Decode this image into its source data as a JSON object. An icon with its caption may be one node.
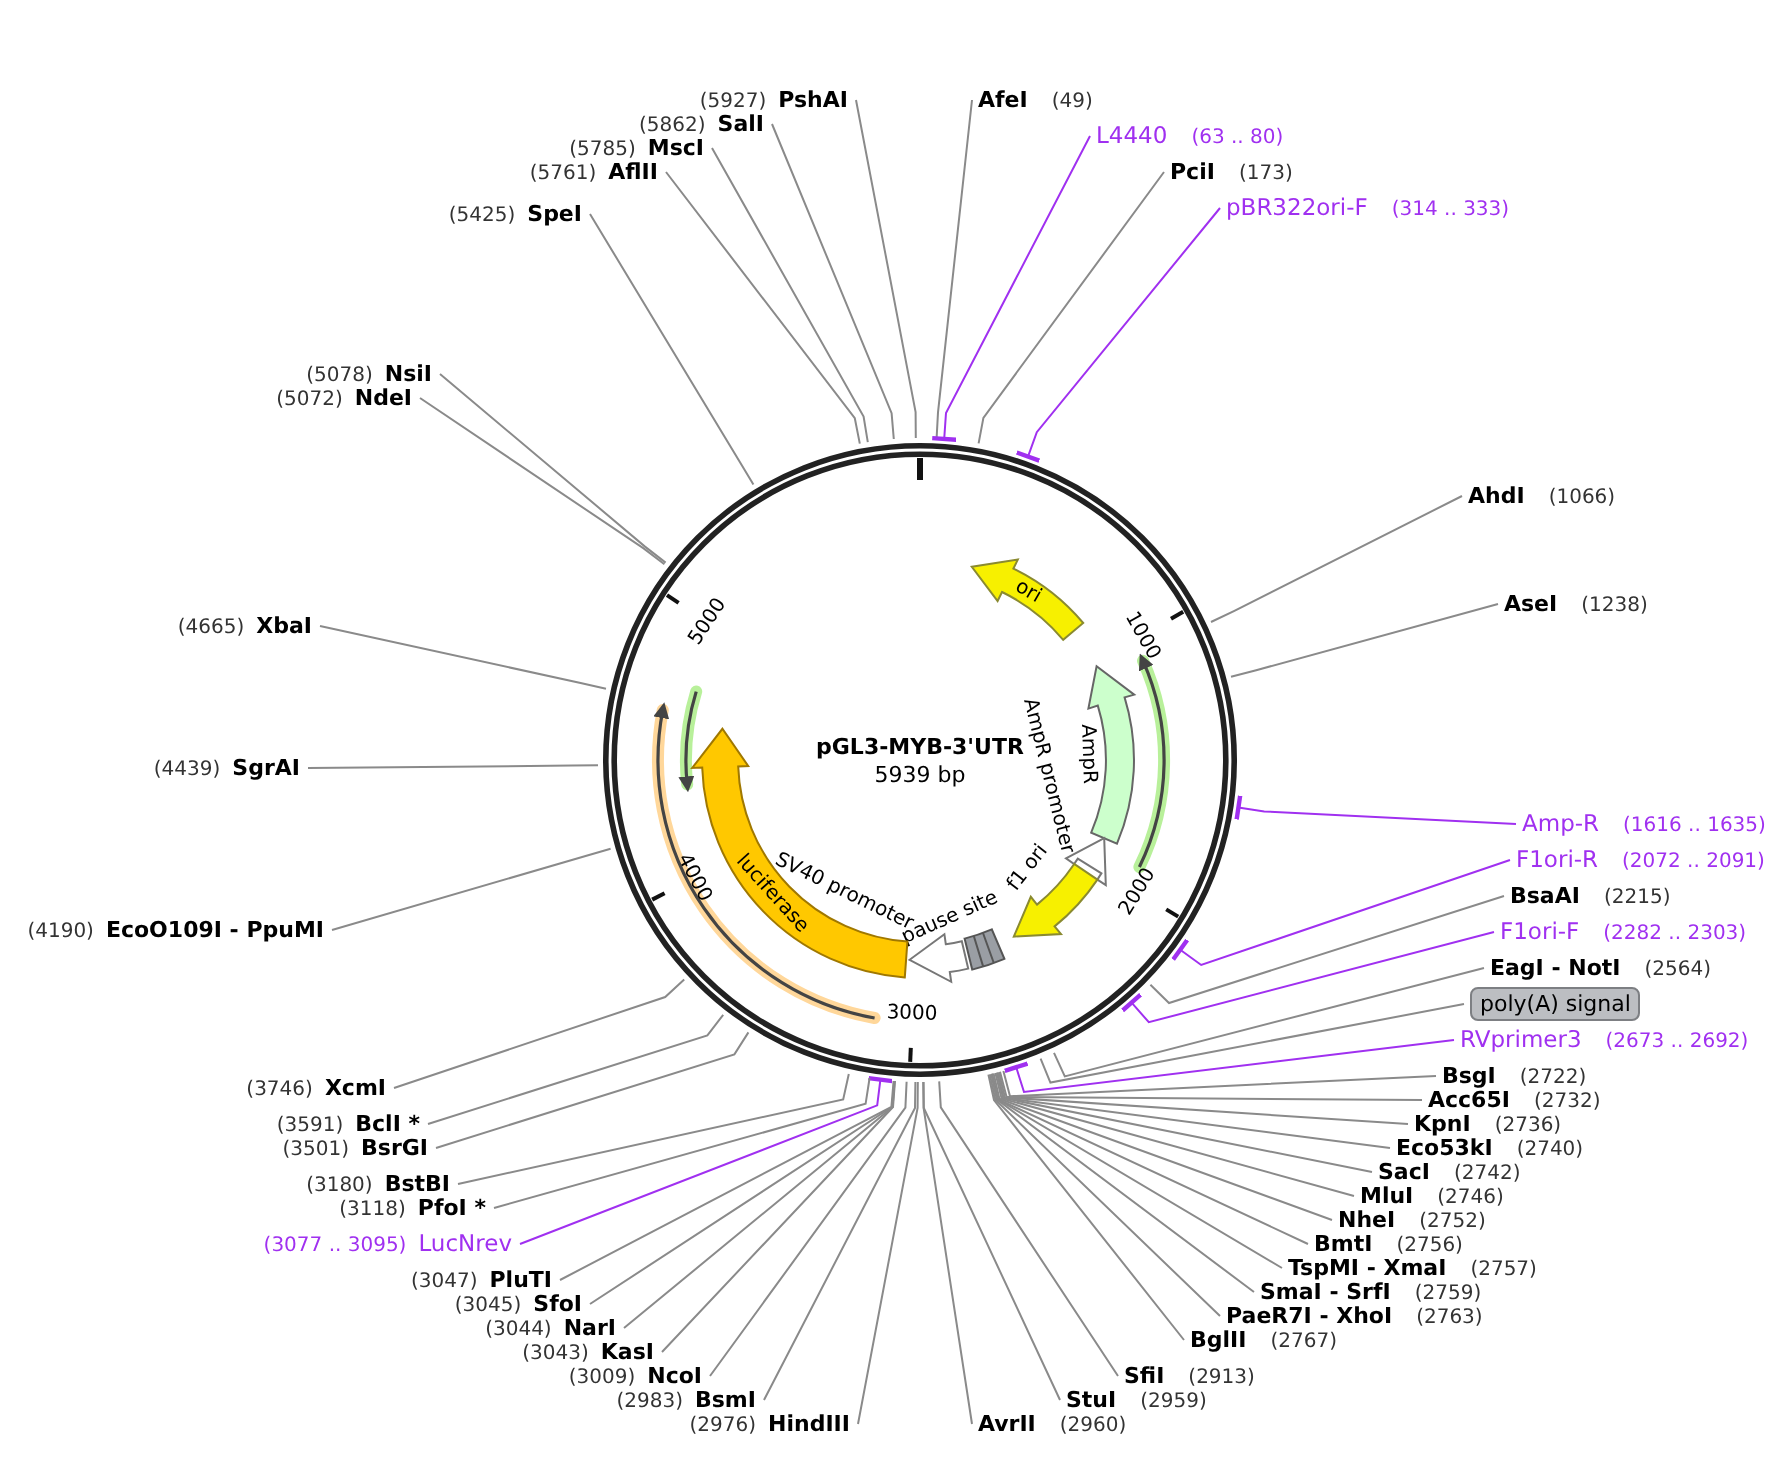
{
  "diagram": {
    "title": "pGL3-MYB-3'UTR",
    "nodes": [
      {
        "text": [
          "AfeI",
          "(49)"
        ]
      },
      {
        "text": [
          "L4440",
          "(63 .. 80)"
        ]
      },
      {
        "text": [
          "PciI",
          "(173)"
        ]
      },
      {
        "text": [
          "pBR322ori-F",
          "(314 .. 333)"
        ]
      },
      {
        "text": [
          "AhdI",
          "(1066)"
        ]
      },
      {
        "text": [
          "AseI",
          "(1238)"
        ]
      },
      {
        "text": [
          "Amp-R",
          "(1616 .. 1635)"
        ]
      },
      {
        "text": [
          "F1ori-R",
          "(2072 .. 2091)"
        ]
      },
      {
        "text": [
          "BsaAI",
          "(2215)"
        ]
      },
      {
        "text": [
          "F1ori-F",
          "(2282 .. 2303)"
        ]
      },
      {
        "text": [
          "EagI - NotI",
          "(2564)"
        ]
      },
      {
        "text": [
          "poly(A) signal"
        ]
      },
      {
        "text": [
          "RVprimer3",
          "(2673 .. 2692)"
        ]
      },
      {
        "text": [
          "BsgI",
          "(2722)"
        ]
      },
      {
        "text": [
          "Acc65I",
          "(2732)"
        ]
      },
      {
        "text": [
          "KpnI",
          "(2736)"
        ]
      },
      {
        "text": [
          "Eco53kI",
          "(2740)"
        ]
      },
      {
        "text": [
          "SacI",
          "(2742)"
        ]
      },
      {
        "text": [
          "MluI",
          "(2746)"
        ]
      },
      {
        "text": [
          "NheI",
          "(2752)"
        ]
      },
      {
        "text": [
          "BmtI",
          "(2756)"
        ]
      },
      {
        "text": [
          "TspMI - XmaI",
          "(2757)"
        ]
      },
      {
        "text": [
          "SmaI - SrfI",
          "(2759)"
        ]
      },
      {
        "text": [
          "PaeR7I - XhoI",
          "(2763)"
        ]
      },
      {
        "text": [
          "BglII",
          "(2767)"
        ]
      },
      {
        "text": [
          "SfiI",
          "(2913)"
        ]
      },
      {
        "text": [
          "StuI",
          "(2959)"
        ]
      },
      {
        "text": [
          "AvrII",
          "(2960)"
        ]
      },
      {
        "text": [
          "(2976)",
          "HindIII"
        ]
      },
      {
        "text": [
          "(2983)",
          "BsmI"
        ]
      },
      {
        "text": [
          "(3009)",
          "NcoI"
        ]
      },
      {
        "text": [
          "(3043)",
          "KasI"
        ]
      },
      {
        "text": [
          "(3044)",
          "NarI"
        ]
      },
      {
        "text": [
          "(3045)",
          "SfoI"
        ]
      },
      {
        "text": [
          "(3047)",
          "PluTI"
        ]
      },
      {
        "text": [
          "(3077 .. 3095)",
          "LucNrev"
        ]
      },
      {
        "text": [
          "(3118)",
          "PfoI *"
        ]
      },
      {
        "text": [
          "(3180)",
          "BstBI"
        ]
      },
      {
        "text": [
          "(3501)",
          "BsrGI"
        ]
      },
      {
        "text": [
          "(3591)",
          "BclI *"
        ]
      },
      {
        "text": [
          "(3746)",
          "XcmI"
        ]
      },
      {
        "text": [
          "(4190)",
          "EcoO109I - PpuMI"
        ]
      },
      {
        "text": [
          "(4439)",
          "SgrAI"
        ]
      },
      {
        "text": [
          "(4665)",
          "XbaI"
        ]
      },
      {
        "text": [
          "(5072)",
          "NdeI"
        ]
      },
      {
        "text": [
          "(5078)",
          "NsiI"
        ]
      },
      {
        "text": [
          "(5425)",
          "SpeI"
        ]
      },
      {
        "text": [
          "(5761)",
          "AflII"
        ]
      },
      {
        "text": [
          "(5785)",
          "MscI"
        ]
      },
      {
        "text": [
          "(5862)",
          "SalI"
        ]
      },
      {
        "text": [
          "(5927)",
          "PshAI"
        ]
      },
      {
        "text": [
          "ori"
        ]
      },
      {
        "text": [
          "AmpR"
        ]
      },
      {
        "text": [
          "AmpR promoter"
        ]
      },
      {
        "text": [
          "f1 ori"
        ]
      },
      {
        "text": [
          "pause site"
        ]
      },
      {
        "text": [
          "SV40 promoter"
        ]
      },
      {
        "text": [
          "luciferase"
        ]
      }
    ],
    "edges": [
      {
        "from": 0,
        "to": null,
        "arrow": "none"
      },
      {
        "from": 1,
        "to": null,
        "arrow": "other",
        "color": "#a030f0"
      },
      {
        "from": 2,
        "to": null,
        "arrow": "none"
      },
      {
        "from": 3,
        "to": null,
        "arrow": "other",
        "color": "#a030f0"
      },
      {
        "from": 4,
        "to": null,
        "arrow": "none"
      },
      {
        "from": 5,
        "to": null,
        "arrow": "none"
      },
      {
        "from": 6,
        "to": null,
        "arrow": "other",
        "color": "#a030f0"
      },
      {
        "from": 7,
        "to": null,
        "arrow": "other",
        "color": "#a030f0"
      },
      {
        "from": 8,
        "to": null,
        "arrow": "none"
      },
      {
        "from": 9,
        "to": null,
        "arrow": "other",
        "color": "#a030f0"
      },
      {
        "from": 10,
        "to": null,
        "arrow": "none"
      },
      {
        "from": 11,
        "to": null,
        "arrow": "none"
      },
      {
        "from": 12,
        "to": null,
        "arrow": "other",
        "color": "#a030f0"
      },
      {
        "from": 13,
        "to": null,
        "arrow": "none"
      },
      {
        "from": 14,
        "to": null,
        "arrow": "none"
      },
      {
        "from": 15,
        "to": null,
        "arrow": "none"
      },
      {
        "from": 16,
        "to": null,
        "arrow": "none"
      },
      {
        "from": 17,
        "to": null,
        "arrow": "none"
      },
      {
        "from": 18,
        "to": null,
        "arrow": "none"
      },
      {
        "from": 19,
        "to": null,
        "arrow": "none"
      },
      {
        "from": 20,
        "to": null,
        "arrow": "none"
      },
      {
        "from": 21,
        "to": null,
        "arrow": "none"
      },
      {
        "from": 22,
        "to": null,
        "arrow": "none"
      },
      {
        "from": 23,
        "to": null,
        "arrow": "none"
      },
      {
        "from": 24,
        "to": null,
        "arrow": "none"
      },
      {
        "from": 25,
        "to": null,
        "arrow": "none"
      },
      {
        "from": 26,
        "to": null,
        "arrow": "none"
      },
      {
        "from": 27,
        "to": null,
        "arrow": "none"
      },
      {
        "from": 28,
        "to": null,
        "arrow": "none"
      },
      {
        "from": 29,
        "to": null,
        "arrow": "none"
      },
      {
        "from": 30,
        "to": null,
        "arrow": "none"
      },
      {
        "from": 31,
        "to": null,
        "arrow": "none"
      },
      {
        "from": 32,
        "to": null,
        "arrow": "none"
      },
      {
        "from": 33,
        "to": null,
        "arrow": "none"
      },
      {
        "from": 34,
        "to": null,
        "arrow": "none"
      },
      {
        "from": 35,
        "to": null,
        "arrow": "other",
        "color": "#a030f0"
      },
      {
        "from": 36,
        "to": null,
        "arrow": "none"
      },
      {
        "from": 37,
        "to": null,
        "arrow": "none"
      },
      {
        "from": 38,
        "to": null,
        "arrow": "none"
      },
      {
        "from": 39,
        "to": null,
        "arrow": "none"
      },
      {
        "from": 40,
        "to": null,
        "arrow": "none"
      },
      {
        "from": 41,
        "to": null,
        "arrow": "none"
      },
      {
        "from": 42,
        "to": null,
        "arrow": "none"
      },
      {
        "from": 43,
        "to": null,
        "arrow": "none"
      },
      {
        "from": 44,
        "to": null,
        "arrow": "none"
      },
      {
        "from": 45,
        "to": null,
        "arrow": "none"
      },
      {
        "from": 46,
        "to": null,
        "arrow": "none"
      },
      {
        "from": 47,
        "to": null,
        "arrow": "none"
      },
      {
        "from": 48,
        "to": null,
        "arrow": "none"
      },
      {
        "from": 49,
        "to": null,
        "arrow": "none"
      },
      {
        "from": 50,
        "to": null,
        "arrow": "none"
      }
    ],
    "labels": [
      "5939 bp",
      "1000",
      "2000",
      "3000",
      "4000",
      "5000"
    ]
  }
}
